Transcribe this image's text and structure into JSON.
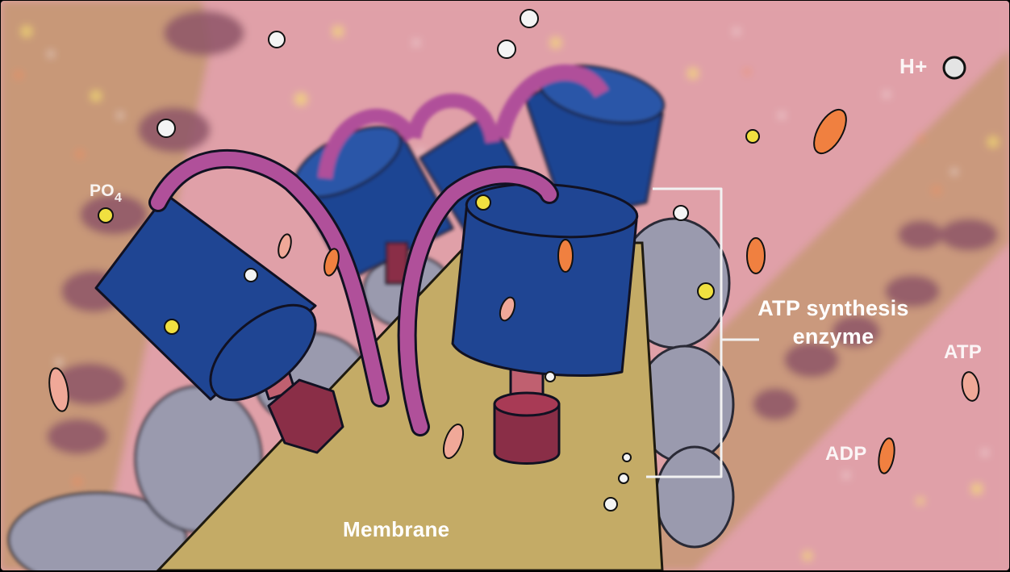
{
  "labels": {
    "membrane": "Membrane",
    "enzyme_line1": "ATP synthesis",
    "enzyme_line2": "enzyme",
    "h_plus": "H+",
    "atp": "ATP",
    "adp": "ADP",
    "po4_main": "PO",
    "po4_sub": "4"
  },
  "colors": {
    "background_pink": "#e0a0a8",
    "background_tan": "#c89878",
    "membrane_yellow": "#c4ab66",
    "enzyme_blue": "#1f4593",
    "stalk_magenta": "#b0509a",
    "base_maroon": "#8a2e47",
    "sphere_gray": "#9a9aae",
    "phosphate_yellow": "#f0e040",
    "adp_orange": "#f08040",
    "atp_pink": "#f0a898",
    "proton_white": "#f4f4f4"
  },
  "icons": [
    "h-plus-icon",
    "atp-icon",
    "adp-icon",
    "po4-icon"
  ]
}
